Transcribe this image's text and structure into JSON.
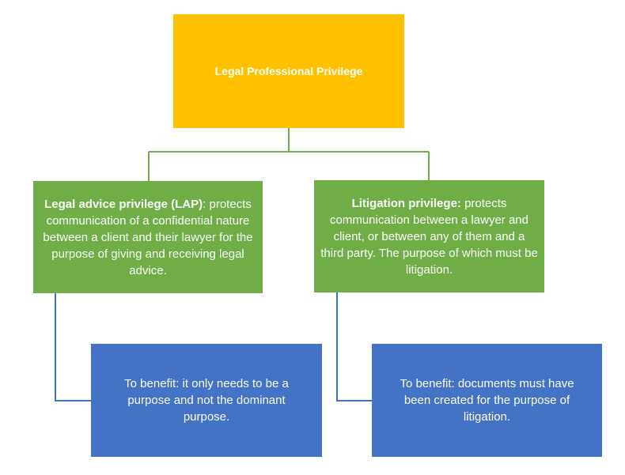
{
  "root": {
    "title": "Legal Professional Privilege"
  },
  "lap": {
    "heading": "Legal advice privilege (LAP)",
    "body": ": protects communication of a confidential nature between a client and their lawyer for the purpose of giving and receiving legal advice."
  },
  "litigation": {
    "heading": "Litigation privilege:",
    "body": " protects communication between a lawyer and client, or between any of them and a third party.  The purpose of which must be litigation."
  },
  "lap_benefit": {
    "text": "To benefit: it only needs to be a purpose and not the dominant purpose."
  },
  "litigation_benefit": {
    "text": "To benefit: documents must have been created for the purpose of litigation."
  },
  "colors": {
    "root": "#ffc000",
    "level2": "#70ad47",
    "level3": "#4472c4",
    "connector_green": "#70ad47",
    "connector_blue": "#4472c4"
  }
}
